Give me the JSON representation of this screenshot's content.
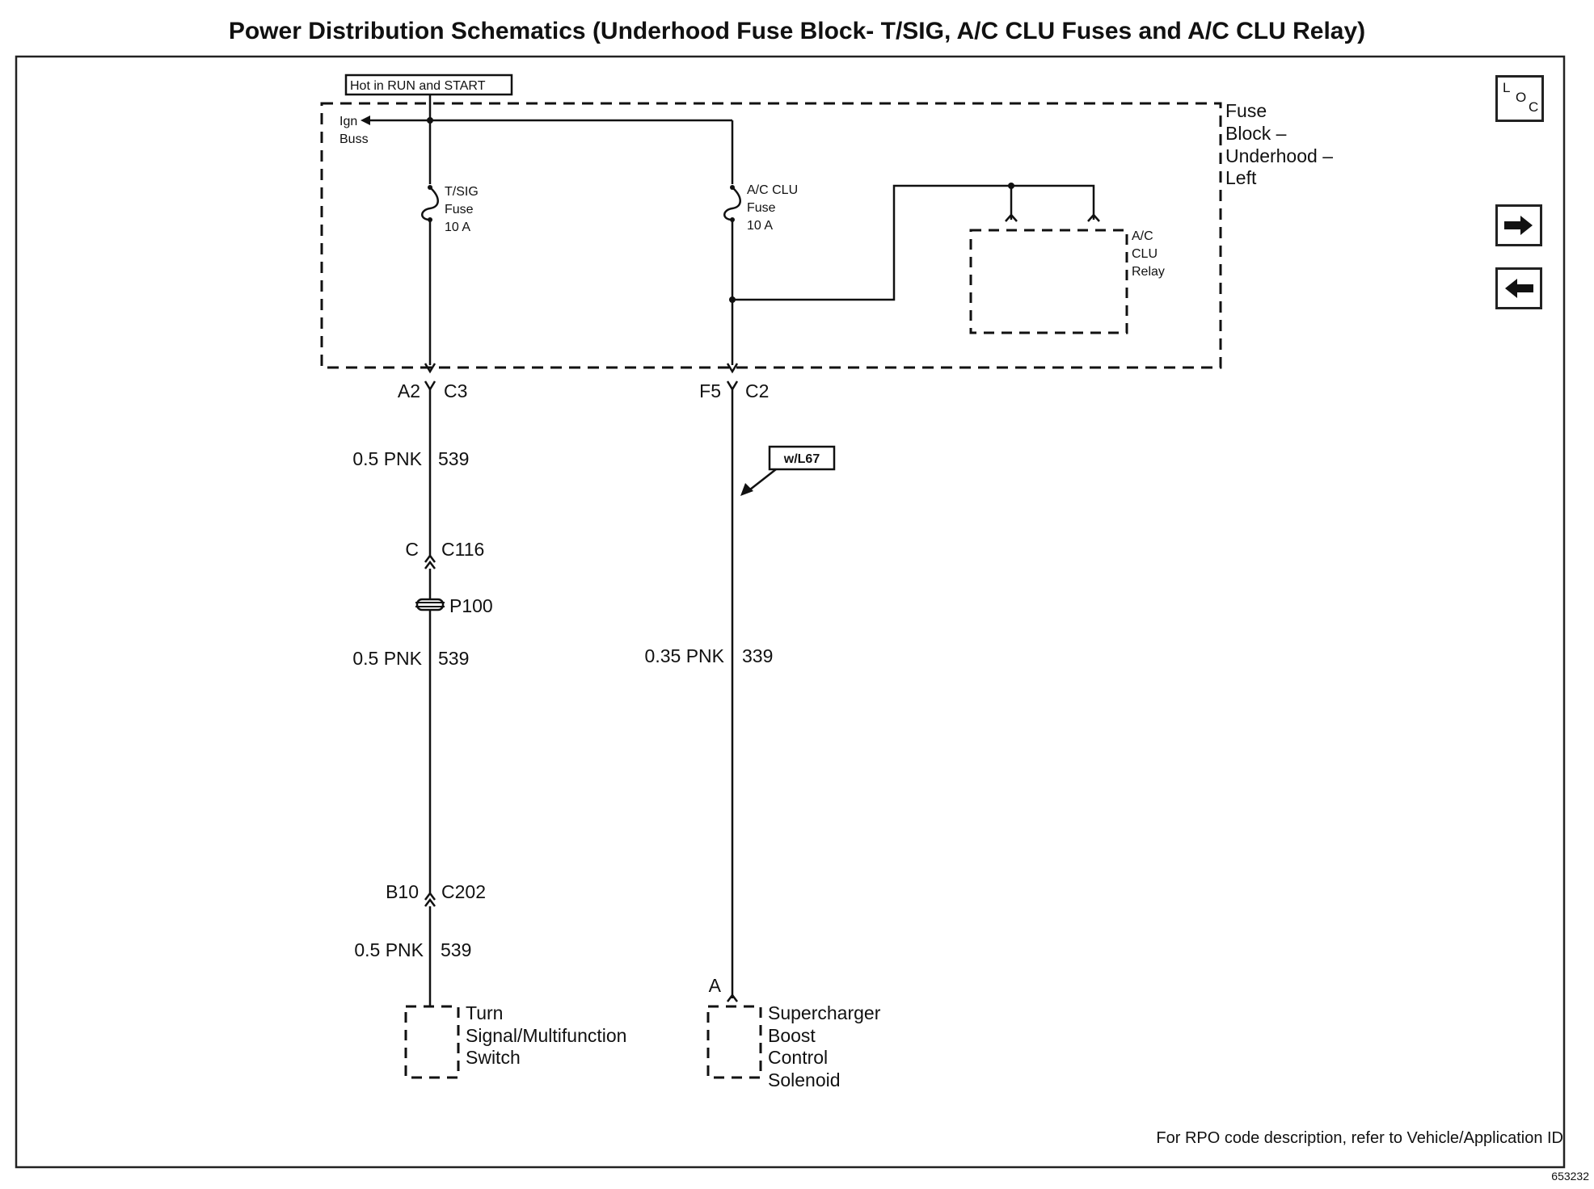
{
  "title": "Power Distribution Schematics (Underhood Fuse Block- T/SIG, A/C CLU Fuses and A/C CLU Relay)",
  "hot_label": "Hot in RUN and START",
  "fuse_block": {
    "line1": "Fuse",
    "line2": "Block –",
    "line3": "Underhood –",
    "line4": "Left"
  },
  "ign_buss": {
    "line1": "Ign",
    "line2": "Buss"
  },
  "tsig_fuse": {
    "line1": "T/SIG",
    "line2": "Fuse",
    "line3": "10 A"
  },
  "ac_clu_fuse": {
    "line1": "A/C CLU",
    "line2": "Fuse",
    "line3": "10 A"
  },
  "relay": {
    "line1": "A/C",
    "line2": "CLU",
    "line3": "Relay"
  },
  "left_circuit": {
    "conn1_pin": "A2",
    "conn1_name": "C3",
    "wire1_size": "0.5 PNK",
    "wire1_circuit": "539",
    "conn2_pin": "C",
    "conn2_name": "C116",
    "splice": "P100",
    "wire2_size": "0.5 PNK",
    "wire2_circuit": "539",
    "conn3_pin": "B10",
    "conn3_name": "C202",
    "wire3_size": "0.5 PNK",
    "wire3_circuit": "539",
    "component": {
      "line1": "Turn",
      "line2": "Signal/Multifunction",
      "line3": "Switch"
    }
  },
  "right_circuit": {
    "conn1_pin": "F5",
    "conn1_name": "C2",
    "option_tag": "w/L67",
    "wire_size": "0.35 PNK",
    "wire_circuit": "339",
    "conn2_pin": "A",
    "component": {
      "line1": "Supercharger",
      "line2": "Boost",
      "line3": "Control",
      "line4": "Solenoid"
    }
  },
  "nav": {
    "loc": {
      "l": "L",
      "o": "O",
      "c": "C"
    },
    "next_icon": "right-arrow-icon",
    "prev_icon": "left-arrow-icon"
  },
  "footnote": "For RPO code description, refer to Vehicle/Application ID",
  "doc_number": "653232"
}
